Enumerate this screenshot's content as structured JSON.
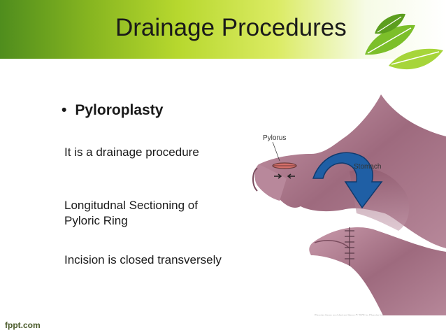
{
  "slide": {
    "title": "Drainage Procedures",
    "bullet_marker": "•",
    "bullet_text": "Pyloroplasty",
    "paragraphs": [
      "It is a drainage procedure",
      "Longitudnal Sectioning of Pyloric Ring",
      "Incision is closed transversely"
    ]
  },
  "figure": {
    "label_pylorus": "Pylorus",
    "label_stomach": "Stomach",
    "credit": "Elsevier items and derived items © 2005 by Elsevier Inc."
  },
  "footer": {
    "site": "fppt.com"
  },
  "colors": {
    "title_gradient_start": "#4f8d1d",
    "title_gradient_end": "#ffffff",
    "tissue": "#9e6a7e",
    "arrow": "#1f5fa5"
  }
}
